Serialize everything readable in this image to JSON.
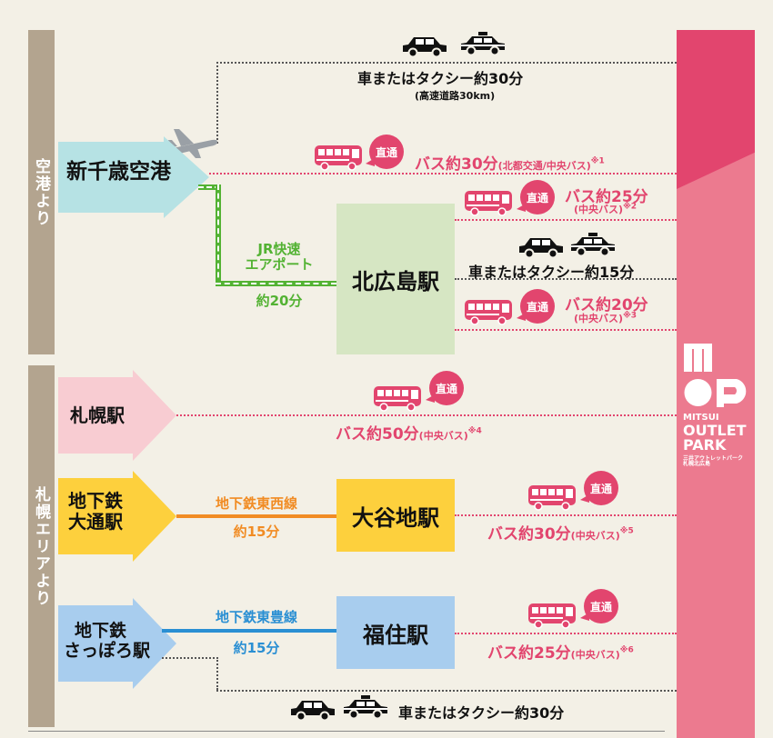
{
  "sections": {
    "airport": "空港より",
    "sapporo": "札幌エリアより"
  },
  "origins": {
    "chitose": "新千歳空港",
    "sapporo_station": "札幌駅",
    "odori_line1": "地下鉄",
    "odori_line2": "大通駅",
    "sapporo_sub_line1": "地下鉄",
    "sapporo_sub_line2": "さっぽろ駅"
  },
  "stations": {
    "kitahiroshima": "北広島駅",
    "oyachi": "大谷地駅",
    "fukuzumi": "福住駅"
  },
  "rail": {
    "jr_line1": "JR快速",
    "jr_line2": "エアポート",
    "jr_time": "約20分",
    "tozai": "地下鉄東西線",
    "tozai_time": "約15分",
    "toho": "地下鉄東豊線",
    "toho_time": "約15分"
  },
  "badge": "直通",
  "routes": {
    "car_top": "車またはタクシー約30分",
    "car_top_sub": "(高速道路30km)",
    "bus1_main": "バス約30分",
    "bus1_sub": "(北都交通/中央バス)",
    "bus1_note": "※1",
    "bus2_main": "バス約25分",
    "bus2_sub": "(中央バス)",
    "bus2_note": "※2",
    "car_mid": "車またはタクシー約15分",
    "bus3_main": "バス約20分",
    "bus3_sub": "(中央バス)",
    "bus3_note": "※3",
    "bus4_main": "バス約50分",
    "bus4_sub": "(中央バス)",
    "bus4_note": "※4",
    "bus5_main": "バス約30分",
    "bus5_sub": "(中央バス)",
    "bus5_note": "※5",
    "bus6_main": "バス約25分",
    "bus6_sub": "(中央バス)",
    "bus6_note": "※6",
    "car_bottom": "車またはタクシー約30分"
  },
  "destination": {
    "brand1": "MITSUI",
    "brand2": "OUTLET",
    "brand3": "PARK",
    "jp1": "三井アウトレットパーク",
    "jp2": "札幌北広島"
  },
  "colors": {
    "pink": "#e2456e",
    "green": "#53b233",
    "orange": "#f18c24",
    "blue": "#2a8fd3",
    "airport_arrow": "#b6e2e4",
    "sapporo_arrow": "#f8ccd2",
    "odori_arrow": "#fdd03d",
    "sapporo_sub_arrow": "#a8cdee"
  }
}
